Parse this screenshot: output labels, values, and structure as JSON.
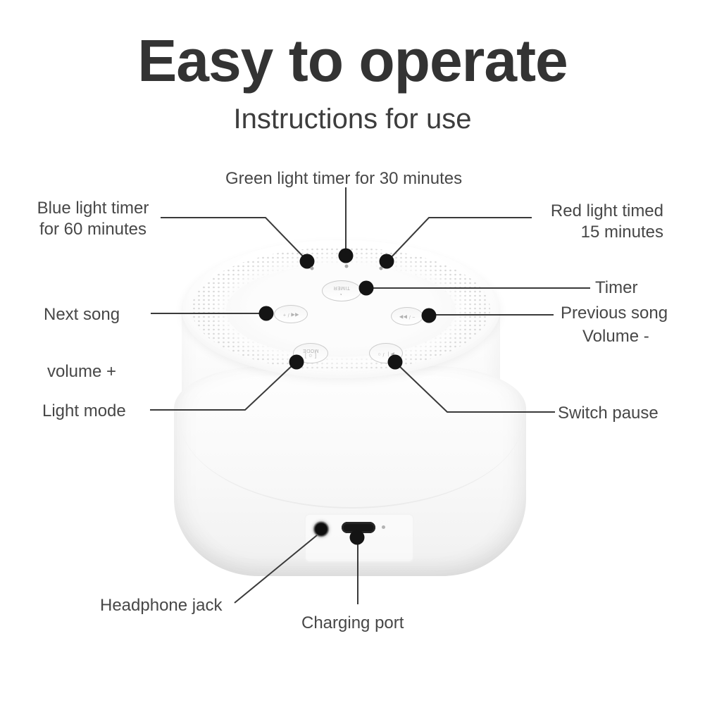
{
  "header": {
    "title": "Easy to operate",
    "subtitle": "Instructions for use"
  },
  "callouts": {
    "green_light": "Green light timer for 30 minutes",
    "blue_light_line1": "Blue light timer",
    "blue_light_line2": "for 60 minutes",
    "red_light_line1": "Red light timed",
    "red_light_line2": "15 minutes",
    "timer": "Timer",
    "next_song": "Next song",
    "previous_song": "Previous song",
    "volume_minus": "Volume -",
    "volume_plus": "volume +",
    "light_mode": "Light mode",
    "switch_pause": "Switch pause",
    "headphone_jack": "Headphone jack",
    "charging_port": "Charging port"
  },
  "device": {
    "buttons": {
      "timer": {
        "label": "TIMER",
        "icon": "◔"
      },
      "next_volume_up": {
        "label": "◀◀ / +"
      },
      "prev_volume_down": {
        "label": "− / ▶▶"
      },
      "light_mode": {
        "label": "MODE",
        "icon": "[ ☼ ]"
      },
      "play_pause": {
        "label": "▶❘ / ○"
      }
    }
  },
  "colors": {
    "leader_line": "#3a3a3a",
    "leader_dot": "#141414",
    "label_text": "#474747",
    "title_text": "#333333",
    "device_body": "#f8f8f8"
  }
}
